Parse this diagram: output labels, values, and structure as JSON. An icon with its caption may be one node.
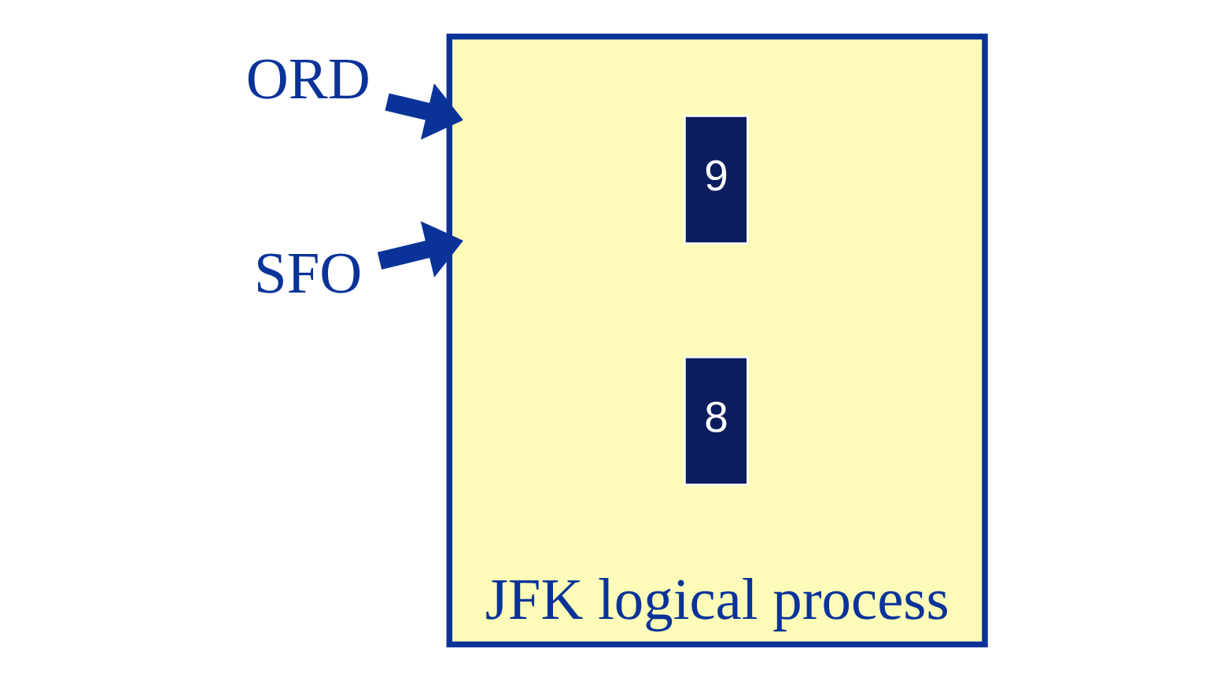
{
  "diagram": {
    "nodes": [
      {
        "text": [
          "ORD"
        ]
      },
      {
        "text": [
          "SFO"
        ]
      },
      {
        "text": [
          "JFK logical process"
        ]
      },
      {
        "text": [
          "9"
        ],
        "in": 2
      },
      {
        "text": [
          "8"
        ],
        "in": 2
      }
    ],
    "edges": [
      {
        "from": 0,
        "to": 2,
        "arrow": "to"
      },
      {
        "from": 1,
        "to": 2,
        "arrow": "to"
      }
    ]
  }
}
